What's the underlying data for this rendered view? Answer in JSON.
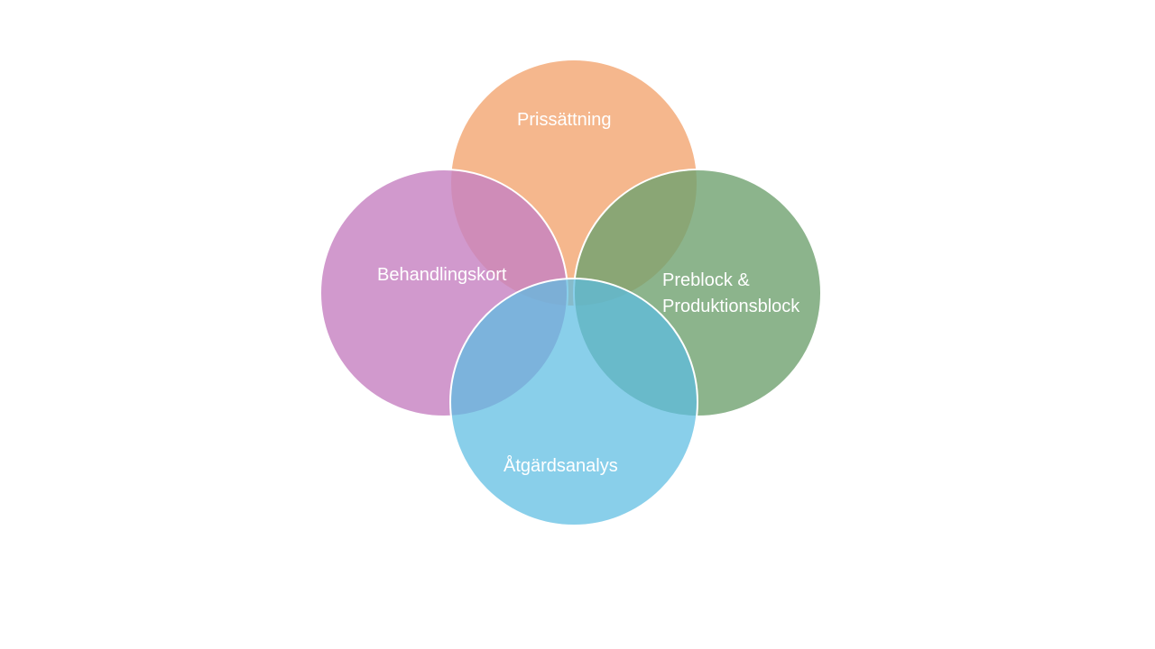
{
  "diagram": {
    "type": "venn-4-circles",
    "circles": [
      {
        "id": "top",
        "label": "Prissättning",
        "color": "#F4B183",
        "opacity": 0.92
      },
      {
        "id": "left",
        "label": "Behandlingskort",
        "color": "#C782C2",
        "opacity": 0.82
      },
      {
        "id": "right",
        "label_lines": [
          "Preblock &",
          "Produktionsblock"
        ],
        "color": "#6FA16F",
        "opacity": 0.8
      },
      {
        "id": "bottom",
        "label": "Åtgärdsanalys",
        "color": "#5BBCE2",
        "opacity": 0.72
      }
    ]
  }
}
